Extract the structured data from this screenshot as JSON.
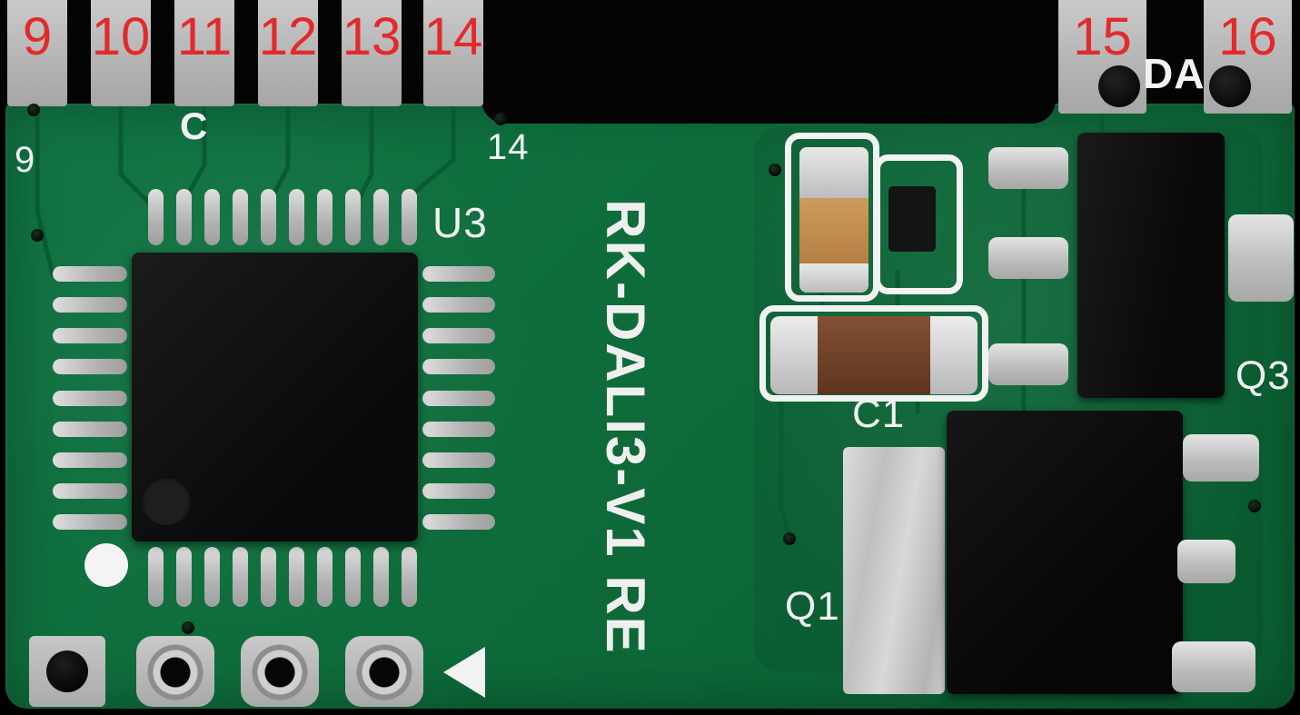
{
  "annotations": {
    "color": "#e32a2a",
    "pad_numbers_left": [
      "9",
      "10",
      "11",
      "12",
      "13",
      "14"
    ],
    "pad_numbers_right": [
      "15",
      "16"
    ]
  },
  "silkscreen": {
    "title": "RK-DALI3-V1 RE",
    "da_label": "DA",
    "c_label": "C",
    "pin9_label": "9",
    "pin14_label": "14",
    "u3_label": "U3",
    "c1_label": "C1",
    "q3_label": "Q3",
    "q1_label": "Q1"
  },
  "colors": {
    "background_black": "#040404",
    "board_green": "#0e6c3a",
    "solder_pad_gray": "#b8b8b8",
    "annotation_red": "#e32a2a",
    "silkscreen_white": "#f2f2f2",
    "ic_body_black": "#101010",
    "capacitor_tan": "#c08a4f",
    "capacitor_brown": "#6e4026",
    "solder_silver": "#c9c9c9"
  }
}
